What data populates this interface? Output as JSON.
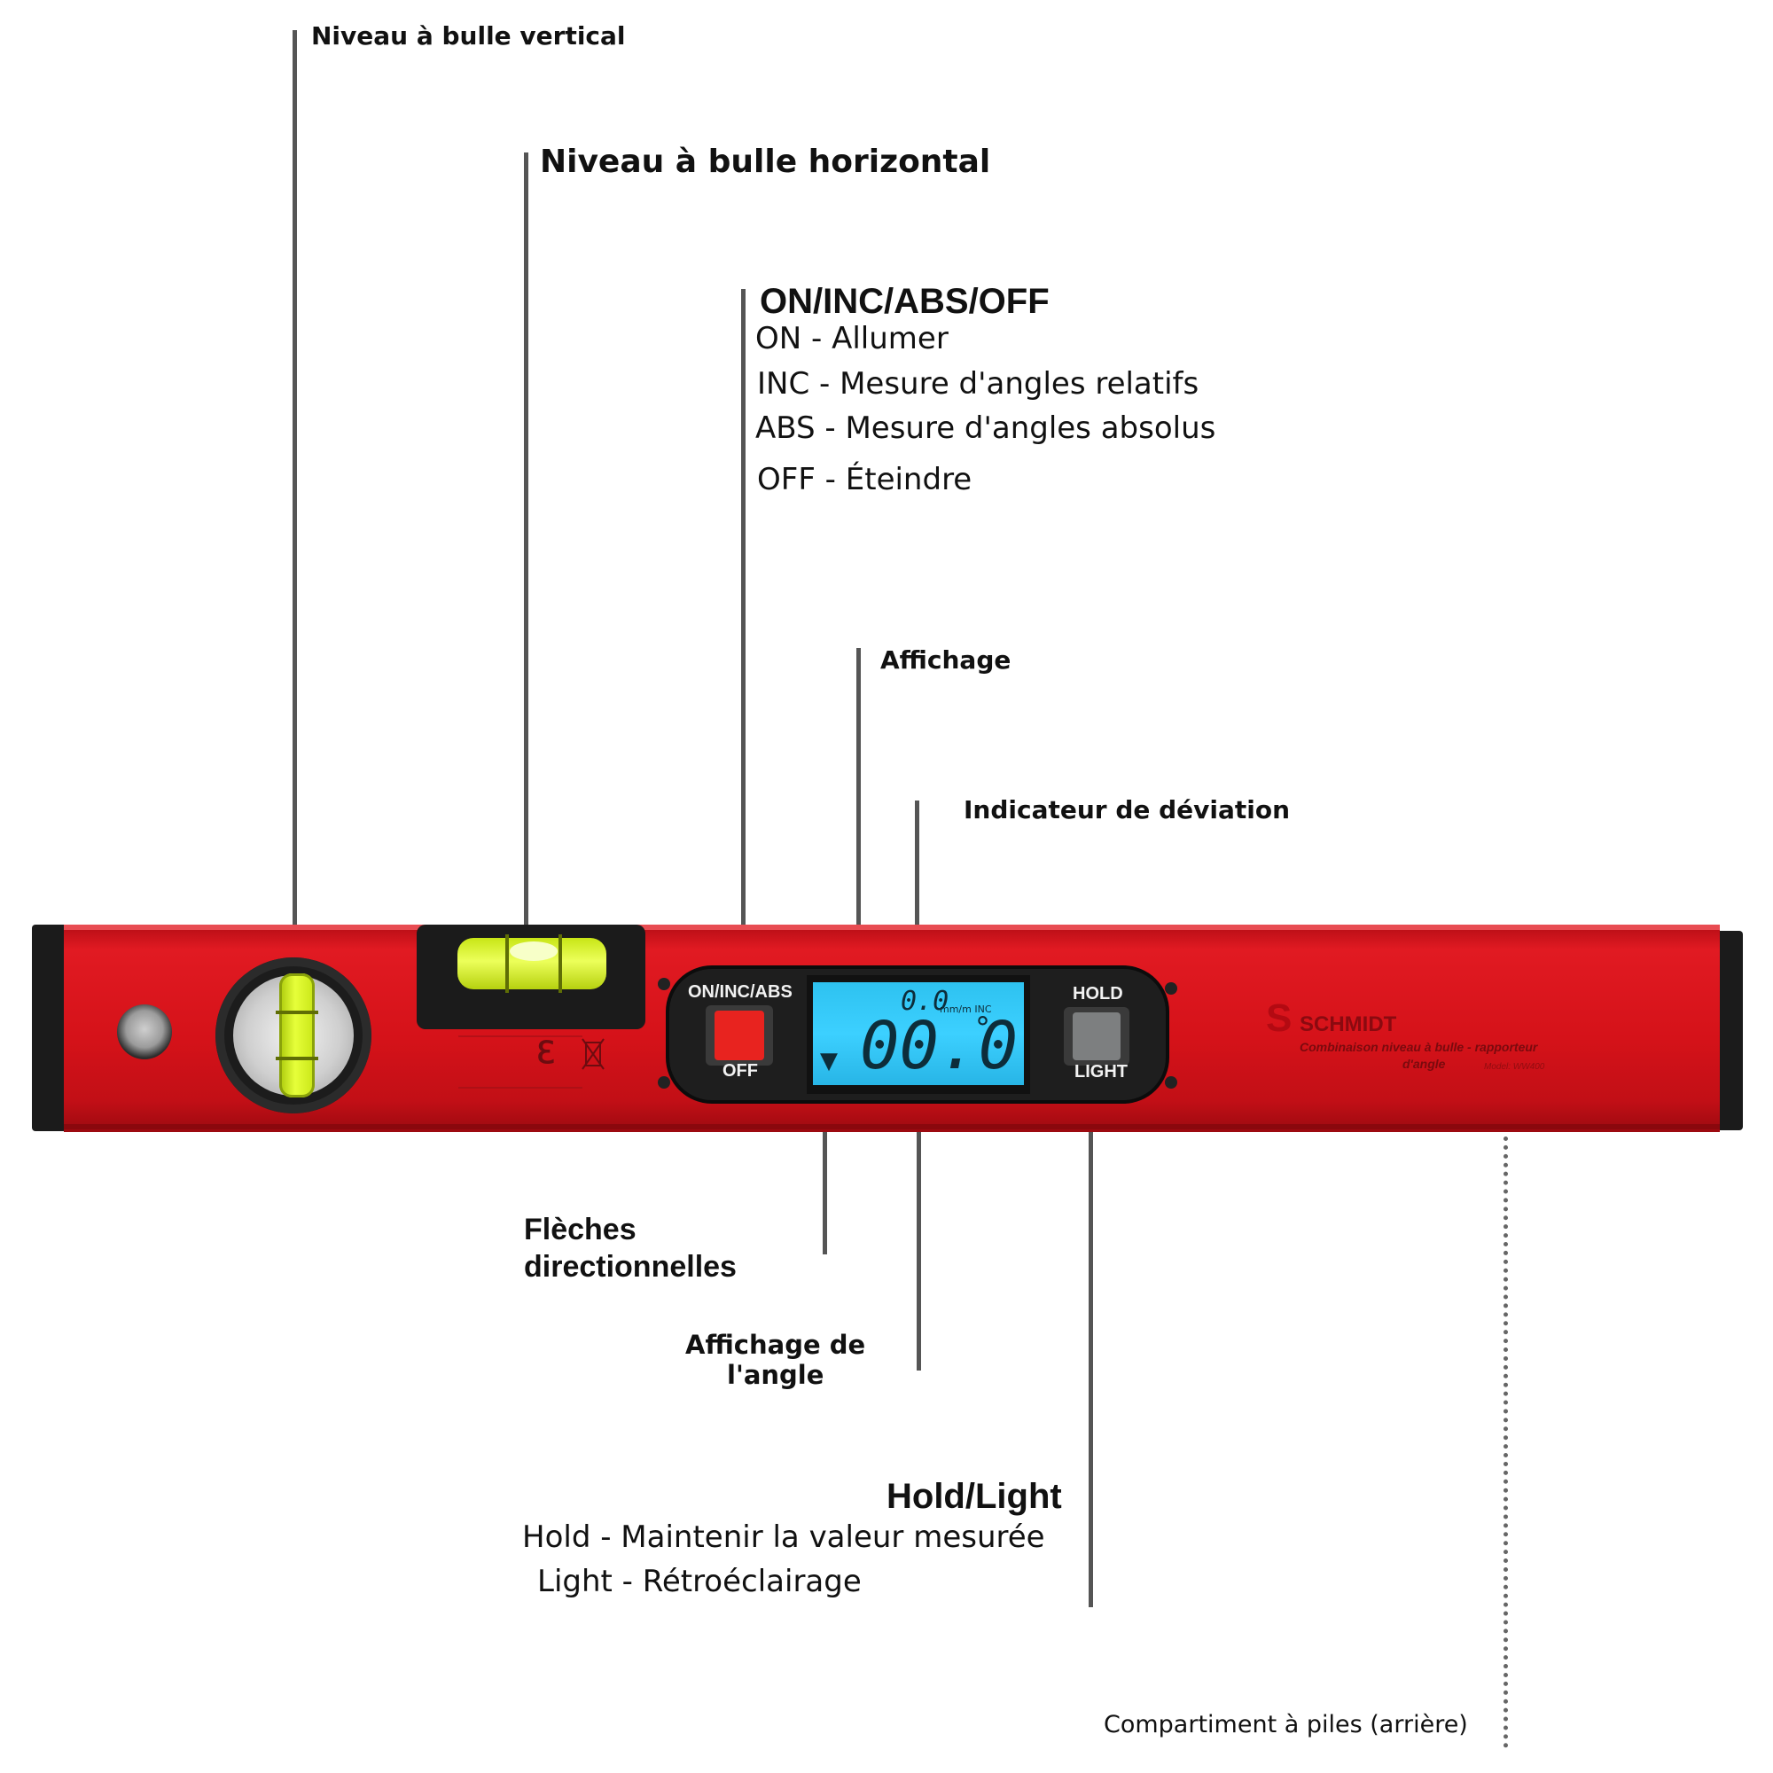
{
  "labels": {
    "vertical_bubble": "Niveau à bulle vertical",
    "horizontal_bubble": "Niveau à bulle horizontal",
    "power_title": "ON/INC/ABS/OFF",
    "power_on": "ON - Allumer",
    "power_inc": "INC - Mesure d'angles relatifs",
    "power_abs": "ABS - Mesure d'angles absolus",
    "power_off": "OFF - Éteindre",
    "display": "Affichage",
    "deviation": "Indicateur de déviation",
    "arrows_1": "Flèches",
    "arrows_2": "directionnelles",
    "angle_display_1": "Affichage de",
    "angle_display_2": "l'angle",
    "hold_title": "Hold/Light",
    "hold_desc": "Hold - Maintenir la valeur mesurée",
    "light_desc": "Light - Rétroéclairage",
    "battery": "Compartiment à piles (arrière)"
  },
  "device": {
    "btn_left_top": "ON/INC/ABS",
    "btn_left_bottom": "OFF",
    "btn_right_top": "HOLD",
    "btn_right_bottom": "LIGHT",
    "lcd_deviation_value": "0.0",
    "lcd_deviation_unit": "mm/m INC",
    "lcd_angle_value": "00.0",
    "lcd_degree": "°",
    "lcd_arrow": "▼",
    "brand_name": "SCHMIDT",
    "brand_tagline": "Combinaison niveau à bulle - rapporteur",
    "brand_tagline_2": "d'angle",
    "model": "Model: WW400"
  },
  "colors": {
    "body_red": "#d51219",
    "end_caps": "#1b1b1b",
    "lcd_blue": "#3cd0ff",
    "vial_green": "#e6ff3a",
    "button_red": "#e8231f",
    "button_gray": "#7d7f80"
  },
  "icons": {
    "ce_mark": "ce-mark-icon",
    "weee_mark": "weee-bin-icon"
  }
}
